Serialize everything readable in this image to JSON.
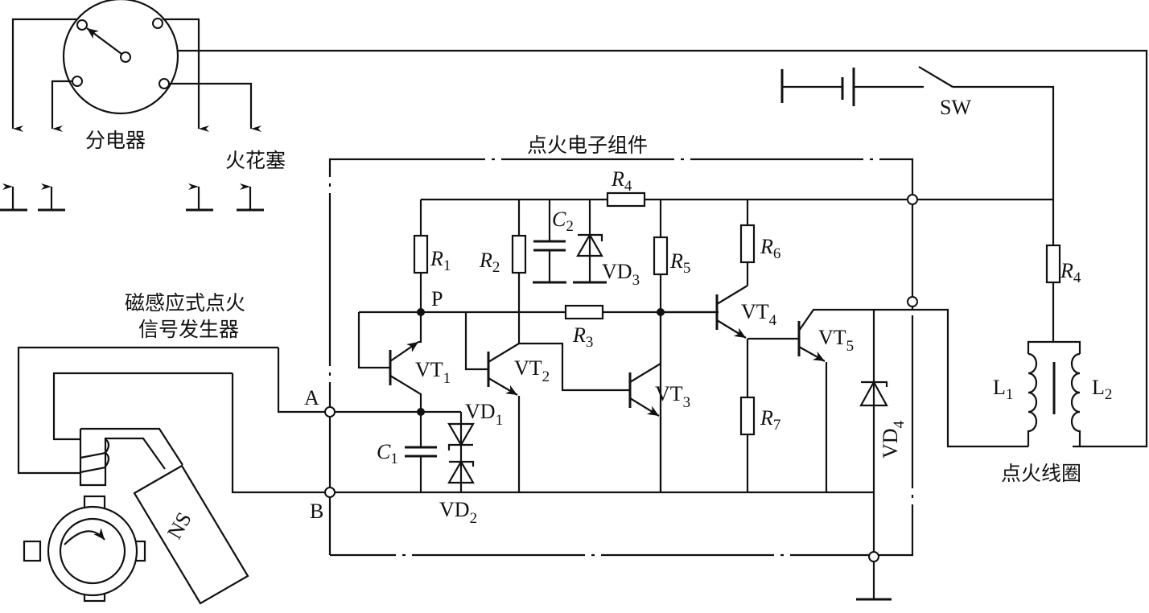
{
  "diagram": {
    "title": "点火电子组件",
    "blocks": {
      "distributor": "分电器",
      "spark_plug": "火花塞",
      "signal_generator_line1": "磁感应式点火",
      "signal_generator_line2": "信号发生器",
      "ignition_coil": "点火线圈",
      "magnet": "NS"
    },
    "nodes": {
      "A": "A",
      "B": "B",
      "P": "P"
    },
    "switch": "SW",
    "resistors": [
      {
        "id": "R1",
        "base": "R",
        "sub": "1"
      },
      {
        "id": "R2",
        "base": "R",
        "sub": "2"
      },
      {
        "id": "R3",
        "base": "R",
        "sub": "3"
      },
      {
        "id": "R4",
        "base": "R",
        "sub": "4"
      },
      {
        "id": "R5",
        "base": "R",
        "sub": "5"
      },
      {
        "id": "R6",
        "base": "R",
        "sub": "6"
      },
      {
        "id": "R7",
        "base": "R",
        "sub": "7"
      },
      {
        "id": "R4b",
        "base": "R",
        "sub": "4"
      }
    ],
    "capacitors": [
      {
        "id": "C1",
        "base": "C",
        "sub": "1"
      },
      {
        "id": "C2",
        "base": "C",
        "sub": "2"
      }
    ],
    "diodes": [
      {
        "id": "VD1",
        "base": "VD",
        "sub": "1"
      },
      {
        "id": "VD2",
        "base": "VD",
        "sub": "2"
      },
      {
        "id": "VD3",
        "base": "VD",
        "sub": "3"
      },
      {
        "id": "VD4",
        "base": "VD",
        "sub": "4"
      }
    ],
    "transistors": [
      {
        "id": "VT1",
        "base": "VT",
        "sub": "1"
      },
      {
        "id": "VT2",
        "base": "VT",
        "sub": "2"
      },
      {
        "id": "VT3",
        "base": "VT",
        "sub": "3"
      },
      {
        "id": "VT4",
        "base": "VT",
        "sub": "4"
      },
      {
        "id": "VT5",
        "base": "VT",
        "sub": "5"
      }
    ],
    "inductors": [
      {
        "id": "L1",
        "base": "L",
        "sub": "1"
      },
      {
        "id": "L2",
        "base": "L",
        "sub": "2"
      }
    ]
  }
}
